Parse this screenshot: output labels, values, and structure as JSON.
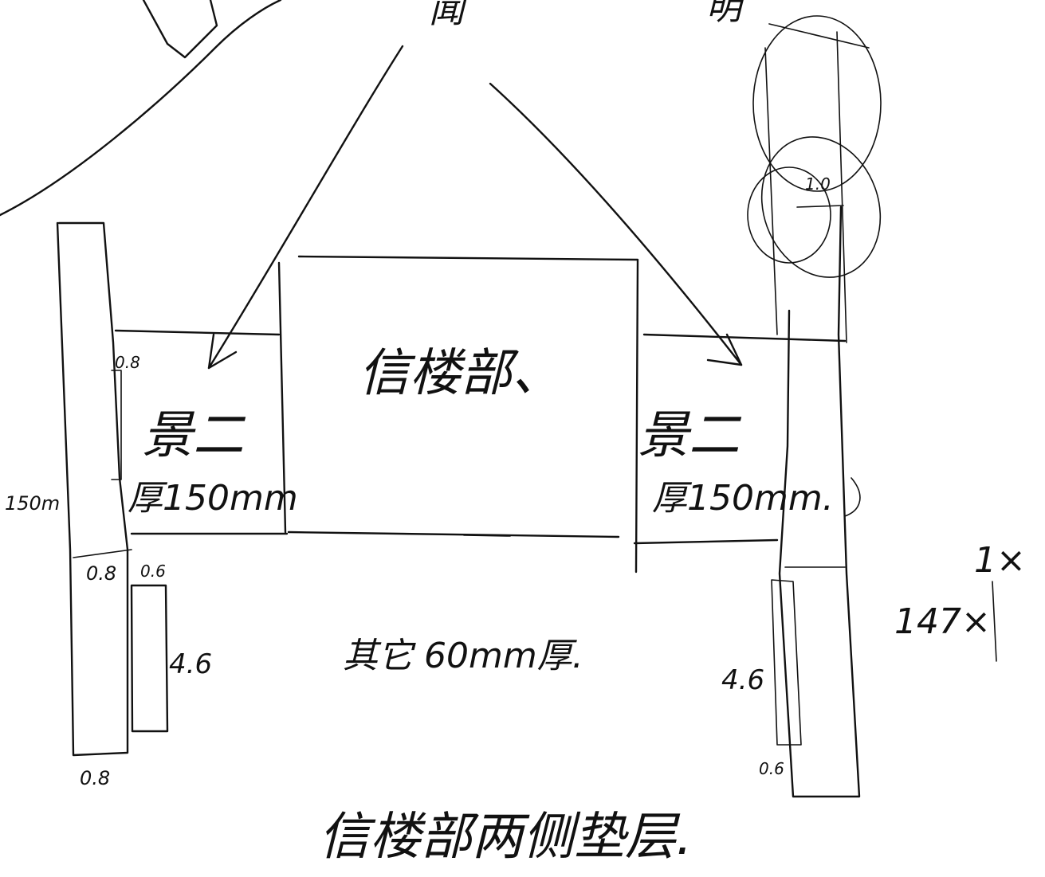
{
  "labels": {
    "top_left_partial": "闻",
    "top_right_partial": "明",
    "center_block": "信楼部、",
    "left_slab_name": "景二",
    "left_slab_thickness": "厚150mm",
    "right_slab_name": "景二",
    "right_slab_thickness": "厚150mm.",
    "other_thickness": "其它 60mm厚.",
    "left_side_note": "150m",
    "left_dim_top": "0.8",
    "left_dim_mid_a": "0.8",
    "left_dim_mid_b": "0.6",
    "left_dim_height": "4.6",
    "left_dim_bottom": "0.8",
    "right_dim_top": "1.0",
    "right_dim_height": "4.6",
    "right_dim_bottom": "0.6",
    "right_note_top": "1×",
    "right_note_mid": "147×",
    "caption": "信楼部两侧垫层."
  },
  "colors": {
    "ink": "#111111",
    "paper": "#ffffff"
  }
}
